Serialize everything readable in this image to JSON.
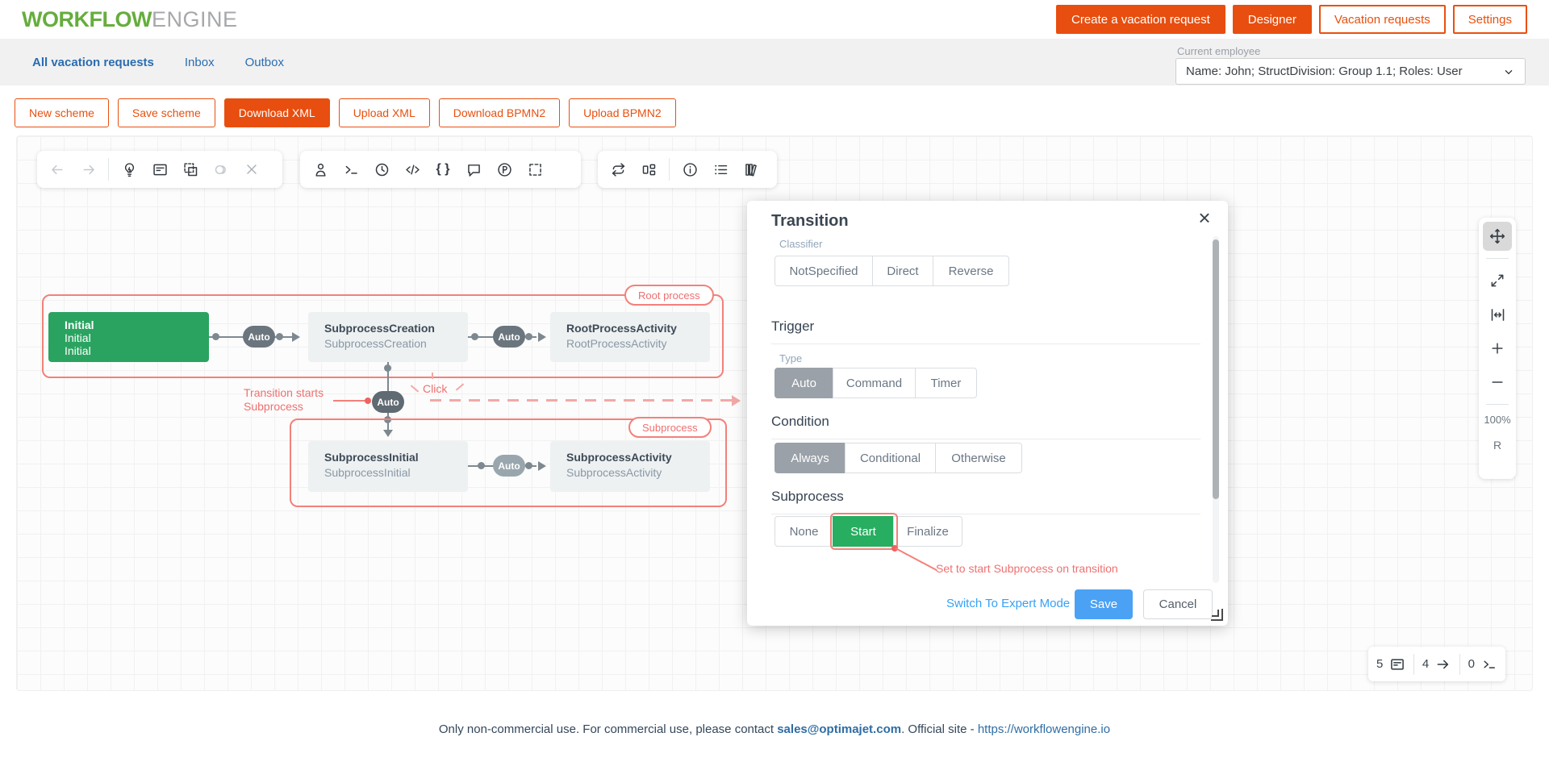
{
  "colors": {
    "accent_orange": "#e8500f",
    "green_node": "#2aa360",
    "green_selected": "#27ae60",
    "salmon_annotation": "#ef7070",
    "blue_link": "#2e6da4",
    "blue_button": "#4ba2f5",
    "gray_selected": "#9aa1a8",
    "pill_gray": "#6a757e"
  },
  "header": {
    "logo_part1": "WORKFLOW",
    "logo_part2": "ENGINE",
    "buttons": [
      {
        "label": "Create a vacation request",
        "style": "filled"
      },
      {
        "label": "Designer",
        "style": "filled"
      },
      {
        "label": "Vacation requests",
        "style": "outline"
      },
      {
        "label": "Settings",
        "style": "outline"
      }
    ]
  },
  "nav": {
    "tabs": [
      {
        "label": "All vacation requests",
        "active": true
      },
      {
        "label": "Inbox",
        "active": false
      },
      {
        "label": "Outbox",
        "active": false
      }
    ],
    "current_employee": {
      "label": "Current employee",
      "selected": "Name: John; StructDivision: Group 1.1; Roles: User"
    }
  },
  "scheme_toolbar": {
    "buttons": [
      {
        "label": "New scheme",
        "style": "outline"
      },
      {
        "label": "Save scheme",
        "style": "outline"
      },
      {
        "label": "Download XML",
        "style": "filled"
      },
      {
        "label": "Upload XML",
        "style": "outline"
      },
      {
        "label": "Download BPMN2",
        "style": "outline"
      },
      {
        "label": "Upload BPMN2",
        "style": "outline"
      }
    ]
  },
  "canvas": {
    "toolbars": {
      "history_icons": [
        "undo-icon",
        "redo-icon",
        "lightbulb-icon",
        "activity-form-icon",
        "paste-icon",
        "toggle-icon",
        "delete-icon"
      ],
      "insert_icons": [
        "actor-icon",
        "terminal-icon",
        "timer-icon",
        "code-icon",
        "braces-icon",
        "comment-icon",
        "parameter-icon",
        "selection-icon"
      ],
      "view_icons": [
        "transitions-icon",
        "layout-icon",
        "info-icon",
        "list-icon",
        "library-icon"
      ]
    },
    "groups": [
      {
        "label": "Root process"
      },
      {
        "label": "Subprocess"
      }
    ],
    "nodes": {
      "initial": {
        "line1": "Initial",
        "line2": "Initial",
        "line3": "Initial"
      },
      "subprocess_creation": {
        "title": "SubprocessCreation",
        "subtitle": "SubprocessCreation"
      },
      "root_process_activity": {
        "title": "RootProcessActivity",
        "subtitle": "RootProcessActivity"
      },
      "subprocess_initial": {
        "title": "SubprocessInitial",
        "subtitle": "SubprocessInitial"
      },
      "subprocess_activity": {
        "title": "SubprocessActivity",
        "subtitle": "SubprocessActivity"
      }
    },
    "transitions": {
      "auto_label": "Auto"
    },
    "annotations": {
      "transition_starts": "Transition starts",
      "transition_starts_2": "Subprocess",
      "click": "Click",
      "set_to_start": "Set to start Subprocess on transition"
    },
    "zoom_panel": {
      "icons": [
        "move-icon",
        "expand-icon",
        "fit-width-icon",
        "zoom-in-icon",
        "zoom-out-icon"
      ],
      "zoom_level": "100%",
      "reset": "R"
    },
    "counters": [
      {
        "value": "5",
        "icon": "activity-form-icon"
      },
      {
        "value": "4",
        "icon": "arrow-right-icon"
      },
      {
        "value": "0",
        "icon": "terminal-icon"
      }
    ]
  },
  "dialog": {
    "title": "Transition",
    "classifier": {
      "label": "Classifier",
      "options": [
        "NotSpecified",
        "Direct",
        "Reverse"
      ],
      "selected": ""
    },
    "trigger": {
      "heading": "Trigger",
      "type_label": "Type",
      "options": [
        "Auto",
        "Command",
        "Timer"
      ],
      "selected": "Auto"
    },
    "condition": {
      "heading": "Condition",
      "options": [
        "Always",
        "Conditional",
        "Otherwise"
      ],
      "selected": "Always"
    },
    "subprocess": {
      "heading": "Subprocess",
      "options": [
        "None",
        "Start",
        "Finalize"
      ],
      "selected": "Start"
    },
    "footer": {
      "expert_link": "Switch To Expert Mode",
      "save": "Save",
      "cancel": "Cancel"
    }
  },
  "footer": {
    "text_prefix": "Only non-commercial use. For commercial use, please contact ",
    "email": "sales@optimajet.com",
    "text_middle": ". Official site - ",
    "site": "https://workflowengine.io"
  }
}
